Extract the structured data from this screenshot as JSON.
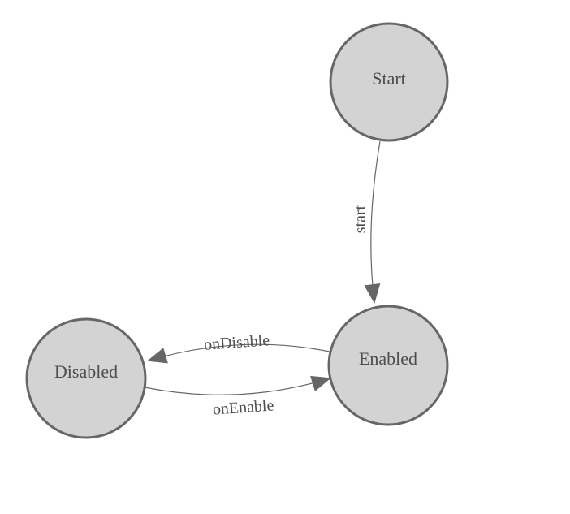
{
  "diagram_type": "state-machine",
  "colors": {
    "background": "#ffffff",
    "node_fill": "#d3d3d3",
    "node_stroke": "#666666",
    "edge_color": "#666666",
    "label_color": "#4d4d4d"
  },
  "nodes": [
    {
      "id": "start",
      "label": "Start"
    },
    {
      "id": "enabled",
      "label": "Enabled"
    },
    {
      "id": "disabled",
      "label": "Disabled"
    }
  ],
  "edges": [
    {
      "from": "Start",
      "to": "Enabled",
      "label": "start"
    },
    {
      "from": "Enabled",
      "to": "Disabled",
      "label": "onDisable"
    },
    {
      "from": "Disabled",
      "to": "Enabled",
      "label": "onEnable"
    }
  ]
}
